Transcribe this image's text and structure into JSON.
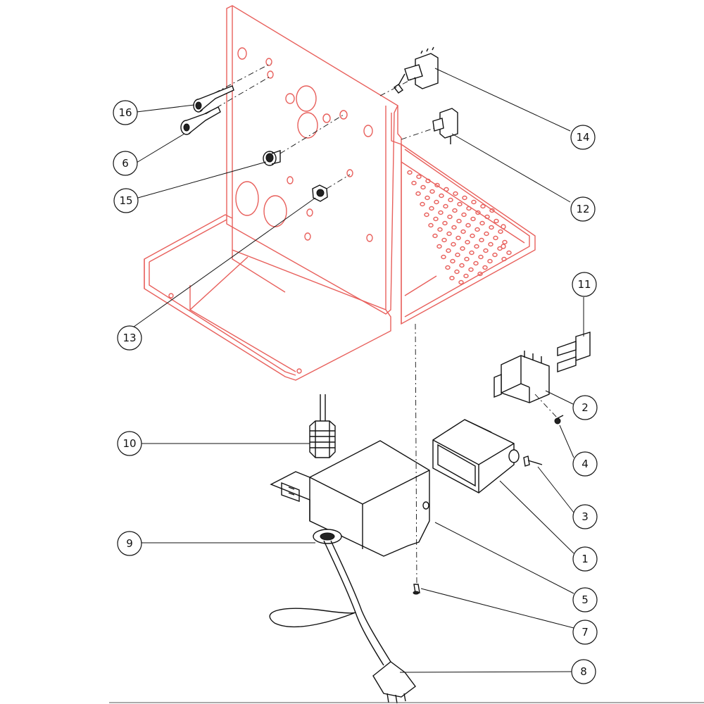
{
  "callouts": [
    {
      "label": "16"
    },
    {
      "label": "6"
    },
    {
      "label": "15"
    },
    {
      "label": "13"
    },
    {
      "label": "14"
    },
    {
      "label": "12"
    },
    {
      "label": "11"
    },
    {
      "label": "2"
    },
    {
      "label": "4"
    },
    {
      "label": "3"
    },
    {
      "label": "1"
    },
    {
      "label": "5"
    },
    {
      "label": "7"
    },
    {
      "label": "8"
    },
    {
      "label": "10"
    },
    {
      "label": "9"
    }
  ],
  "colors": {
    "frame": "#e8605c",
    "parts": "#111111",
    "background": "#ffffff"
  }
}
